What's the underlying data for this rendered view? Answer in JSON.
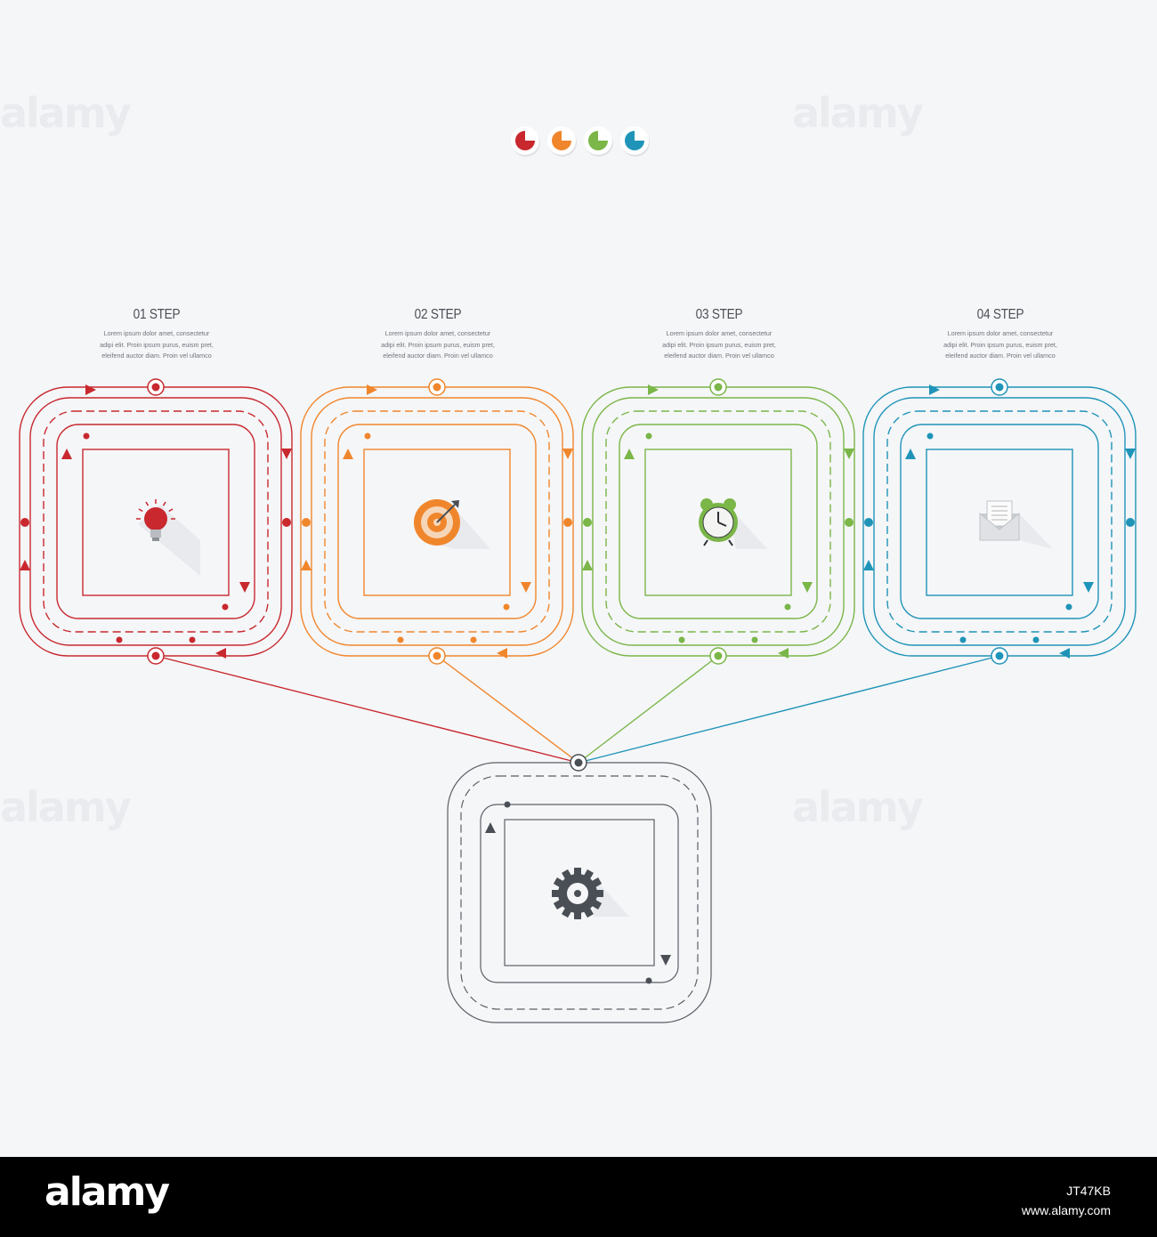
{
  "steps": [
    {
      "title": "01 STEP",
      "description_lines": [
        "Lorem ipsum dolor amet, consectetur",
        "adipi elit. Proin ipsum purus, euism pret,",
        "eleifend auctor diam. Proin vel ullamco"
      ],
      "color": "#c8282e",
      "icon": "light-bulb-icon"
    },
    {
      "title": "02 STEP",
      "description_lines": [
        "Lorem ipsum dolor amet, consectetur",
        "adipi elit. Proin ipsum purus, euism pret,",
        "eleifend auctor diam. Proin vel ullamco"
      ],
      "color": "#f0862c",
      "icon": "target-icon"
    },
    {
      "title": "03 STEP",
      "description_lines": [
        "Lorem ipsum dolor amet, consectetur",
        "adipi elit. Proin ipsum purus, euism pret,",
        "eleifend auctor diam. Proin vel ullamco"
      ],
      "color": "#7ab648",
      "icon": "alarm-clock-icon"
    },
    {
      "title": "04 STEP",
      "description_lines": [
        "Lorem ipsum dolor amet, consectetur",
        "adipi elit. Proin ipsum purus, euism pret,",
        "eleifend auctor diam. Proin vel ullamco"
      ],
      "color": "#1f94b8",
      "icon": "envelope-icon"
    }
  ],
  "hub": {
    "color": "#4a4f55",
    "icon": "gear-icon"
  },
  "legend_colors": [
    "#c8282e",
    "#f0862c",
    "#7ab648",
    "#1f94b8"
  ],
  "watermark": "alamy",
  "footer": {
    "logo": "alamy",
    "image_id": "JT47KB",
    "site": "www.alamy.com"
  }
}
